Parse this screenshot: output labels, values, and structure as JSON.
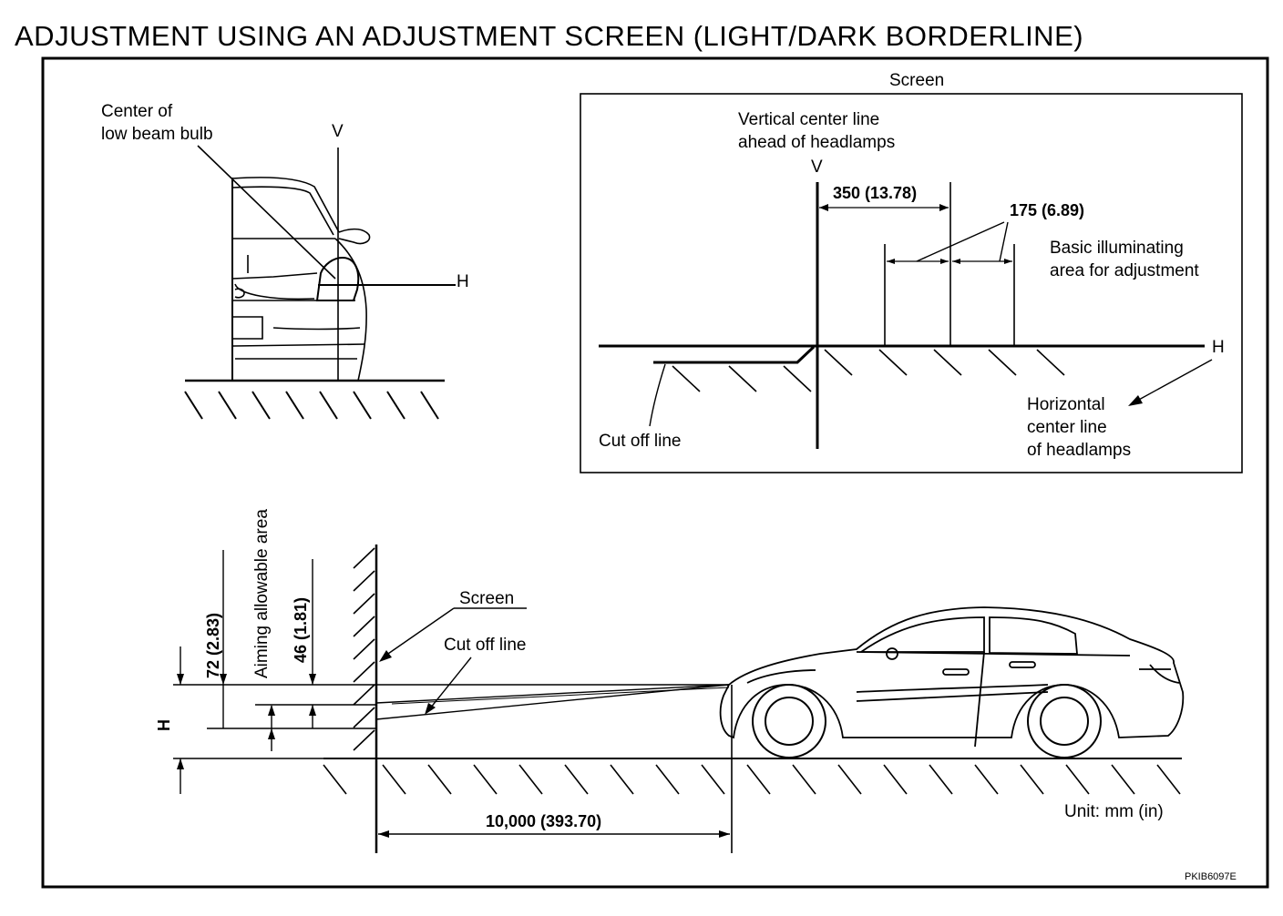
{
  "title": "ADJUSTMENT USING AN ADJUSTMENT SCREEN (LIGHT/DARK BORDERLINE)",
  "front_view": {
    "bulb_label_line1": "Center of",
    "bulb_label_line2": "low beam bulb",
    "v_label": "V",
    "h_label": "H"
  },
  "screen_panel": {
    "title": "Screen",
    "vertical_line_label1": "Vertical center line",
    "vertical_line_label2": "ahead of headlamps",
    "v_label": "V",
    "dim_350": "350  (13.78)",
    "dim_175": "175  (6.89)",
    "basic_area1": "Basic illuminating",
    "basic_area2": "area for adjustment",
    "h_label": "H",
    "horizontal_label1": "Horizontal",
    "horizontal_label2": "center line",
    "horizontal_label3": "of headlamps",
    "cutoff_label": "Cut off line"
  },
  "side_view": {
    "dim_72": "72 (2.83)",
    "aiming_area": "Aiming allowable area",
    "dim_46": "46 (1.81)",
    "h_label": "H",
    "screen_label": "Screen",
    "cutoff_label": "Cut off line",
    "distance": "10,000  (393.70)",
    "unit": "Unit:  mm  (in)"
  },
  "figure_code": "PKIB6097E"
}
